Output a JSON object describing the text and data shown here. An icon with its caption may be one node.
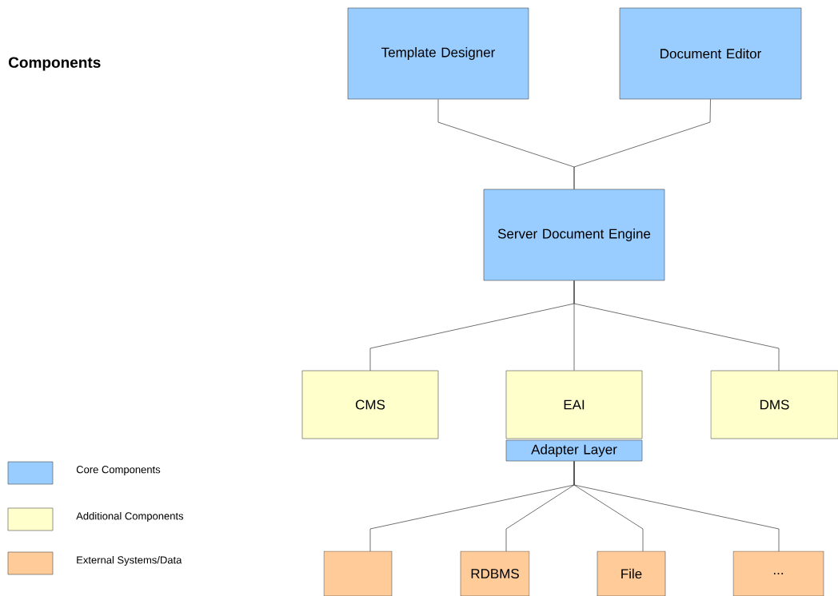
{
  "diagram": {
    "title": "Components",
    "nodes": [
      {
        "text": [
          "Template Designer"
        ]
      },
      {
        "text": [
          "Document Editor"
        ]
      },
      {
        "text": [
          "Server Document Engine"
        ]
      },
      {
        "text": [
          "CMS"
        ]
      },
      {
        "text": [
          "EAI"
        ]
      },
      {
        "text": [
          "Adapter Layer"
        ]
      },
      {
        "text": [
          "DMS"
        ]
      },
      {
        "text": [],
        "shape": "box"
      },
      {
        "text": [
          "RDBMS"
        ]
      },
      {
        "text": [
          "File"
        ]
      },
      {
        "text": [
          "..."
        ]
      }
    ],
    "edges": [
      {
        "from": 0,
        "to": 2,
        "arrow": "none"
      },
      {
        "from": 1,
        "to": 2,
        "arrow": "none"
      },
      {
        "from": 2,
        "to": 3,
        "arrow": "none"
      },
      {
        "from": 2,
        "to": 4,
        "arrow": "none"
      },
      {
        "from": 2,
        "to": 6,
        "arrow": "none"
      },
      {
        "from": 5,
        "to": 7,
        "arrow": "none"
      },
      {
        "from": 5,
        "to": 8,
        "arrow": "none"
      },
      {
        "from": 5,
        "to": 9,
        "arrow": "none"
      },
      {
        "from": 5,
        "to": 10,
        "arrow": "none"
      }
    ],
    "legend": [
      {
        "text": "Core Components",
        "color": "#99ccff"
      },
      {
        "text": "Additional Components",
        "color": "#ffffcc"
      },
      {
        "text": "External Systems/Data",
        "color": "#ffcc99"
      }
    ]
  }
}
